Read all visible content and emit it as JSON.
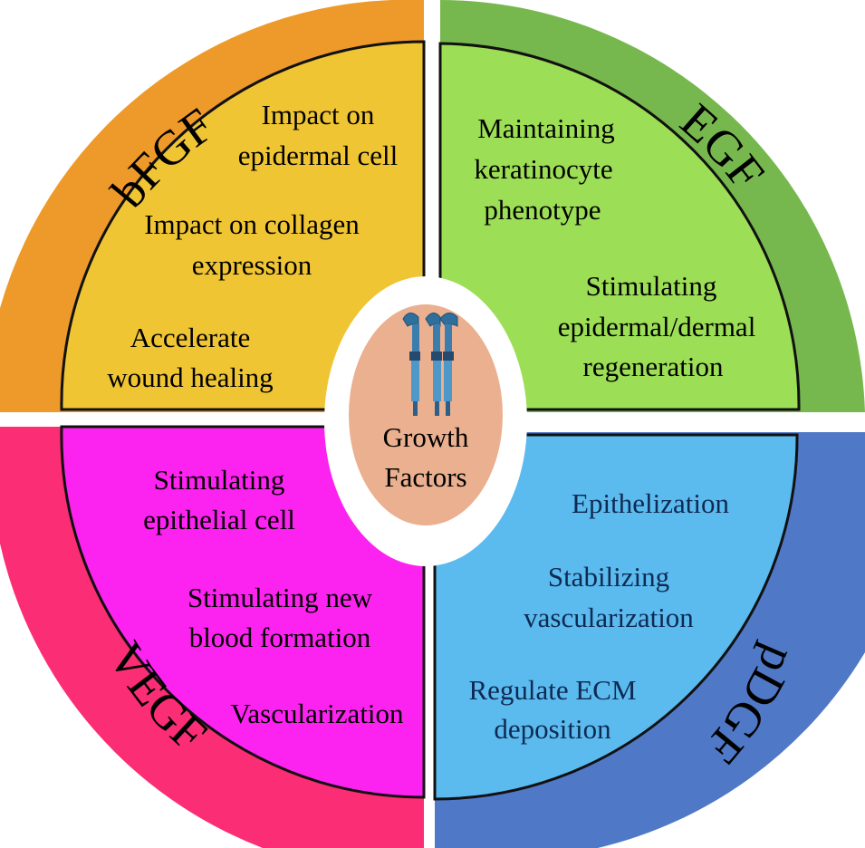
{
  "center": {
    "icon": "receptor-icon",
    "label_line1": "Growth",
    "label_line2": "Factors"
  },
  "quadrants": {
    "bfgf": {
      "name": "bFGF",
      "ring_color": "#ee9a2a",
      "fill_color": "#f0c534",
      "items": [
        [
          "Impact on",
          "epidermal cell"
        ],
        [
          "Impact on collagen",
          "expression"
        ],
        [
          "Accelerate",
          "wound healing"
        ]
      ]
    },
    "egf": {
      "name": "EGF",
      "ring_color": "#77b84e",
      "fill_color": "#9cde55",
      "items": [
        [
          "Maintaining",
          "keratinocyte",
          "phenotype"
        ],
        [
          "Stimulating",
          "epidermal/dermal",
          "regeneration"
        ]
      ]
    },
    "vegf": {
      "name": "VEGF",
      "ring_color": "#fb2d74",
      "fill_color": "#fc22ef",
      "items": [
        [
          "Stimulating",
          "epithelial cell"
        ],
        [
          "Stimulating new",
          "blood formation"
        ],
        [
          "Vascularization"
        ]
      ]
    },
    "pdgf": {
      "name": "pDGF",
      "ring_color": "#4f78c6",
      "fill_color": "#5bbaee",
      "items": [
        [
          "Epithelization"
        ],
        [
          "Stabilizing",
          "vascularization"
        ],
        [
          "Regulate ECM",
          "deposition"
        ]
      ]
    }
  }
}
